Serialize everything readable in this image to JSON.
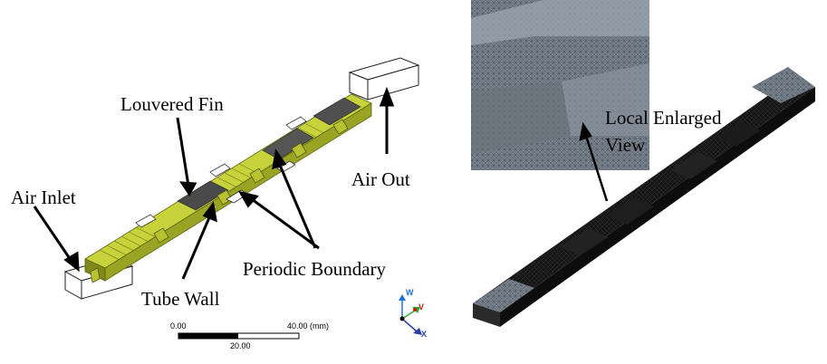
{
  "labels": {
    "louvered_fin": "Louvered Fin",
    "air_inlet": "Air Inlet",
    "air_out": "Air Out",
    "periodic_boundary": "Periodic Boundary",
    "tube_wall": "Tube Wall",
    "local_enlarged": "Local Enlarged",
    "view": "View"
  },
  "scale_bar": {
    "start": "0.00",
    "end": "40.00 (mm)",
    "mid": "20.00"
  },
  "axes": {
    "w": "W",
    "v": "V",
    "x": "X"
  },
  "colors": {
    "fin_yellow": "#c8d23a",
    "fin_dark": "#8c961e",
    "mesh_dark": "#151515",
    "mesh_grey": "#7c8690",
    "axis_w": "#1f6fd8",
    "axis_v": "#2aa82a",
    "axis_x": "#2b3ea8",
    "axis_v_text": "#cc1b1b"
  }
}
